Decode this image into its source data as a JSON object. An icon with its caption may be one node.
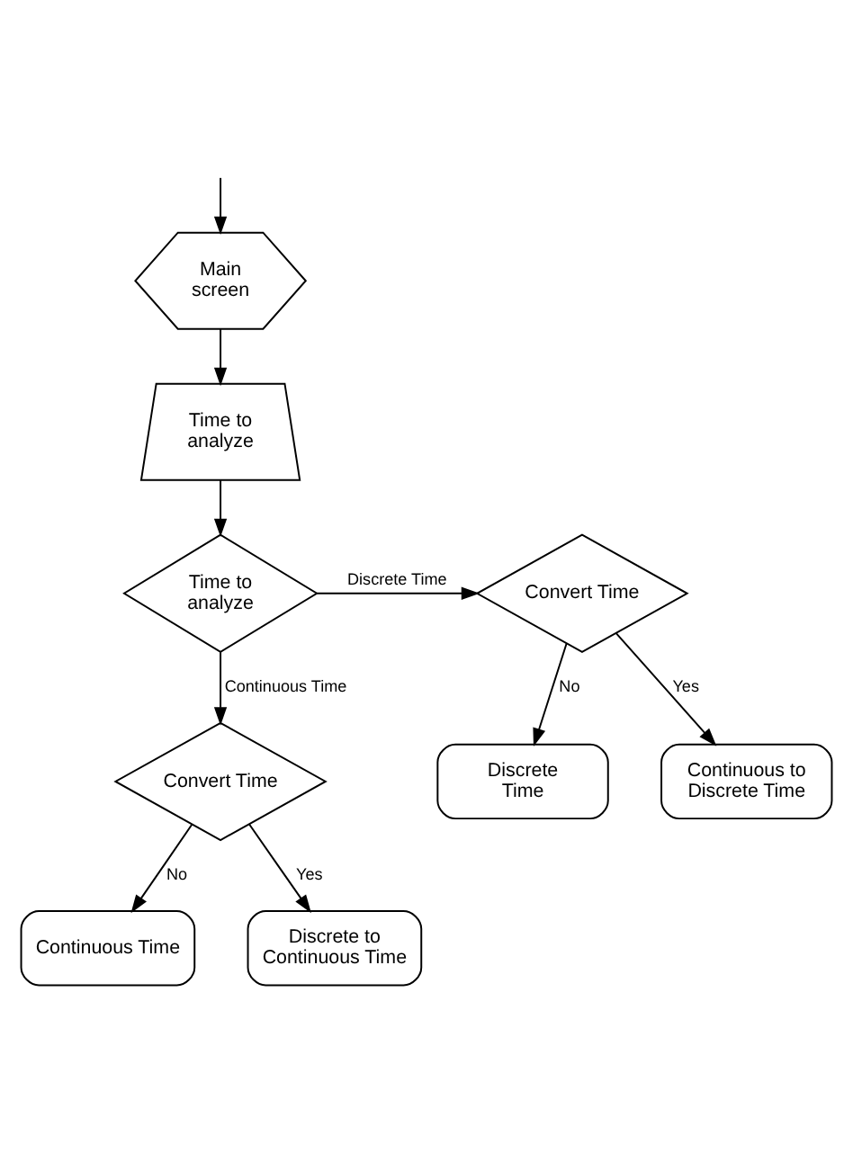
{
  "diagram": {
    "nodes": [
      {
        "text": [
          "Main screen"
        ]
      },
      {
        "text": [
          "Time to analyze"
        ]
      },
      {
        "text": [
          "Time to analyze"
        ]
      },
      {
        "text": [
          "Convert Time"
        ]
      },
      {
        "text": [
          "Continuous to Discrete Time"
        ]
      },
      {
        "text": [
          "Discrete Time"
        ]
      },
      {
        "text": [
          "Convert Time"
        ]
      },
      {
        "text": [
          "Continuous Time"
        ]
      },
      {
        "text": [
          "Discrete to Continuous Time"
        ]
      }
    ],
    "edges": [
      {
        "from": null,
        "to": 0,
        "arrow": "to"
      },
      {
        "from": 0,
        "to": 1,
        "arrow": "to"
      },
      {
        "from": 1,
        "to": 2,
        "arrow": "to"
      },
      {
        "from": 2,
        "to": 3,
        "arrow": "to",
        "label": "Discrete Time"
      },
      {
        "from": 3,
        "to": 4,
        "arrow": "to",
        "label": "Yes"
      },
      {
        "from": 3,
        "to": 5,
        "arrow": "to",
        "label": "No"
      },
      {
        "from": 2,
        "to": 6,
        "arrow": "to",
        "label": "Continuous Time"
      },
      {
        "from": 6,
        "to": 7,
        "arrow": "to",
        "label": "No"
      },
      {
        "from": 6,
        "to": 8,
        "arrow": "to",
        "label": "Yes"
      }
    ]
  }
}
